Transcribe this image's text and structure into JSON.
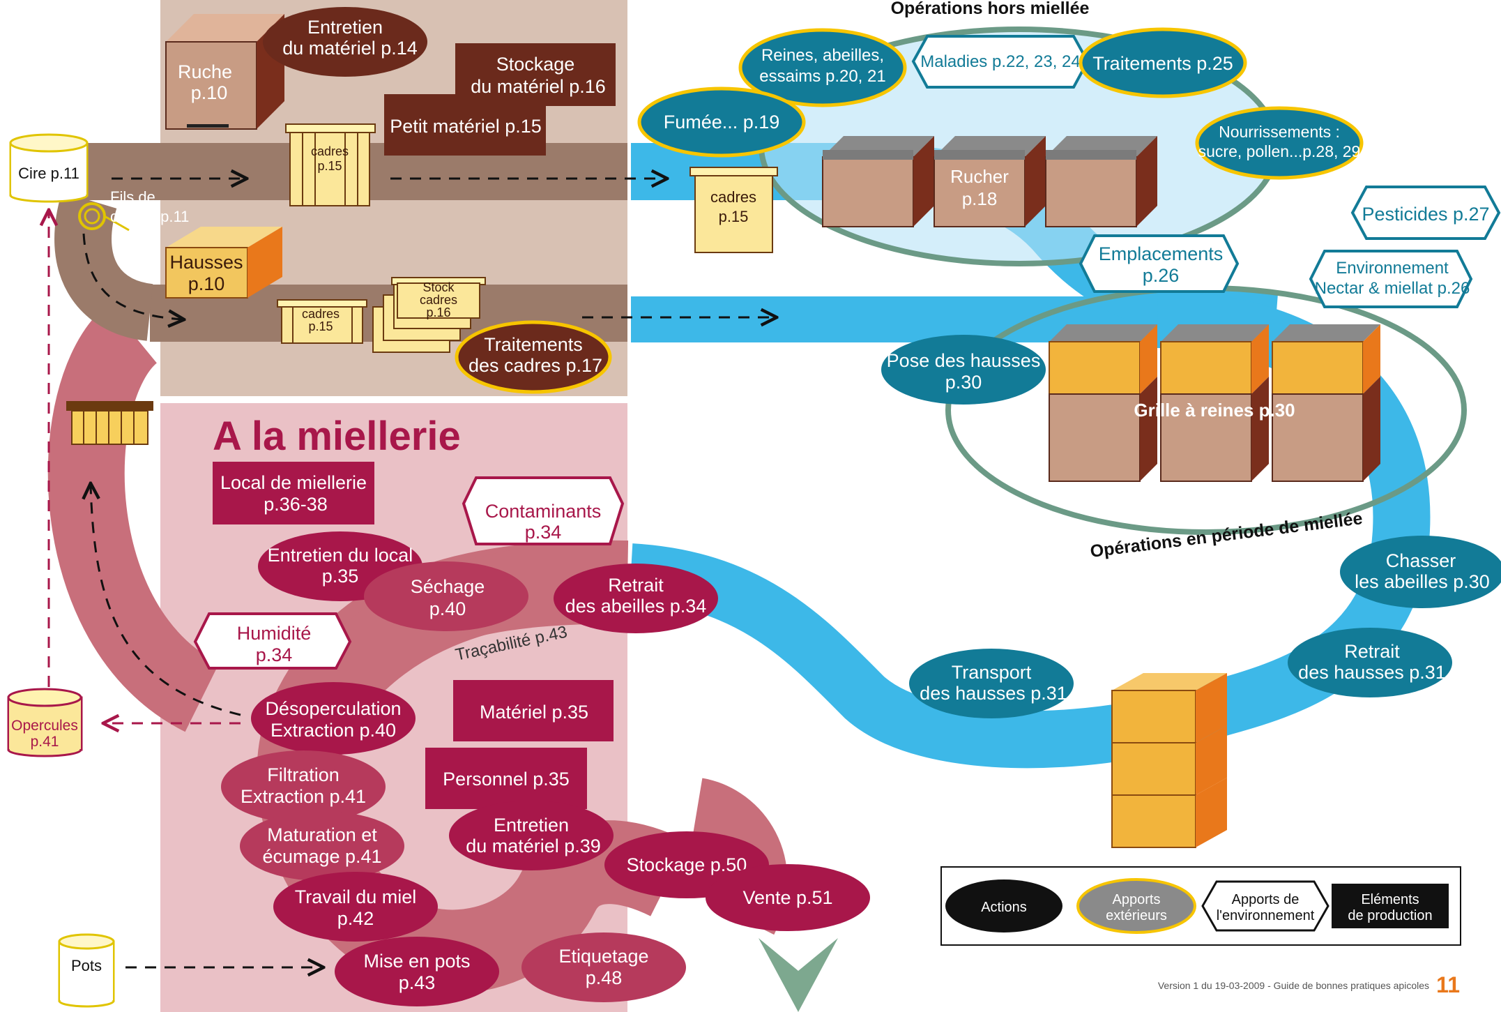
{
  "section_titles": {
    "miellerie": "A la miellerie",
    "hors_miellee": "Opérations hors miellée",
    "periode_miellee": "Opérations en période de miellée"
  },
  "workshop": {
    "ruche": [
      "Ruche",
      "p.10"
    ],
    "entretien_materiel": [
      "Entretien",
      "du matériel p.14"
    ],
    "stockage_materiel": [
      "Stockage",
      "du matériel p.16"
    ],
    "petit_materiel": [
      "Petit matériel p.15"
    ],
    "cadres_1": [
      "cadres",
      "p.15"
    ],
    "cire": [
      "Cire p.11"
    ],
    "fils_cadres": [
      "Fils de",
      "cadres p.11"
    ],
    "hausses": [
      "Hausses",
      "p.10"
    ],
    "cadres_2": [
      "cadres",
      "p.15"
    ],
    "stock_cadres": [
      "Stock",
      "cadres",
      "p.16"
    ],
    "traitements_cadres": [
      "Traitements",
      "des cadres p.17"
    ]
  },
  "apiary": {
    "reines": [
      "Reines, abeilles,",
      "essaims p.20, 21"
    ],
    "maladies": [
      "Maladies p.22, 23, 24"
    ],
    "traitements": [
      "Traitements p.25"
    ],
    "fumee": [
      "Fumée... p.19"
    ],
    "nourrissements": [
      "Nourrissements :",
      "sucre, pollen...p.28, 29"
    ],
    "cadres": [
      "cadres",
      "p.15"
    ],
    "rucher": [
      "Rucher",
      "p.18"
    ],
    "pesticides": [
      "Pesticides p.27"
    ],
    "emplacements": [
      "Emplacements",
      "p.26"
    ],
    "environnement": [
      "Environnement",
      "Nectar & miellat p.26"
    ],
    "pose_hausses": [
      "Pose des hausses",
      "p.30"
    ],
    "grille_reines": [
      "Grille à reines p.30"
    ],
    "chasser": [
      "Chasser",
      "les abeilles p.30"
    ],
    "retrait_hausses": [
      "Retrait",
      "des hausses p.31"
    ],
    "transport_hausses": [
      "Transport",
      "des hausses p.31"
    ]
  },
  "miellerie": {
    "local": [
      "Local de miellerie",
      "p.36-38"
    ],
    "contaminants": [
      "Contaminants",
      "p.34"
    ],
    "entretien_local": [
      "Entretien du local",
      "p.35"
    ],
    "sechage": [
      "Séchage",
      "p.40"
    ],
    "retrait_abeilles": [
      "Retrait",
      "des abeilles p.34"
    ],
    "humidite": [
      "Humidité",
      "p.34"
    ],
    "tracabilite": [
      "Traçabilité p.43"
    ],
    "desoperculation": [
      "Désoperculation",
      "Extraction p.40"
    ],
    "opercules": [
      "Opercules",
      "p.41"
    ],
    "materiel": [
      "Matériel p.35"
    ],
    "personnel": [
      "Personnel p.35"
    ],
    "filtration": [
      "Filtration",
      "Extraction p.41"
    ],
    "maturation": [
      "Maturation et",
      "écumage p.41"
    ],
    "entretien_materiel": [
      "Entretien",
      "du matériel p.39"
    ],
    "stockage": [
      "Stockage p.50"
    ],
    "travail_miel": [
      "Travail du miel",
      "p.42"
    ],
    "vente": [
      "Vente p.51"
    ],
    "pots": [
      "Pots"
    ],
    "mise_en_pots": [
      "Mise en pots",
      "p.43"
    ],
    "etiquetage": [
      "Etiquetage",
      "p.48"
    ]
  },
  "legend": {
    "actions": [
      "Actions"
    ],
    "apports_ext": [
      "Apports",
      "extérieurs"
    ],
    "apports_env": [
      "Apports de",
      "l'environnement"
    ],
    "elements": [
      "Eléments",
      "de production"
    ]
  },
  "footer": {
    "text": "Version 1 du 19-03-2009 - Guide de bonnes pratiques apicoles",
    "page": "11"
  },
  "colors": {
    "brown_band": "#9b7b6a",
    "brown_bg": "#d8c1b3",
    "dark_brown": "#6b2a1c",
    "pink_band": "#c86f7b",
    "pink_bg": "#eac1c6",
    "crimson": "#a8174a",
    "blue_band": "#3db8e8",
    "teal": "#127b97",
    "yellow": "#f3e293",
    "gold": "#f7c500",
    "green_ring": "#6b9a86",
    "orange": "#e9781b"
  }
}
